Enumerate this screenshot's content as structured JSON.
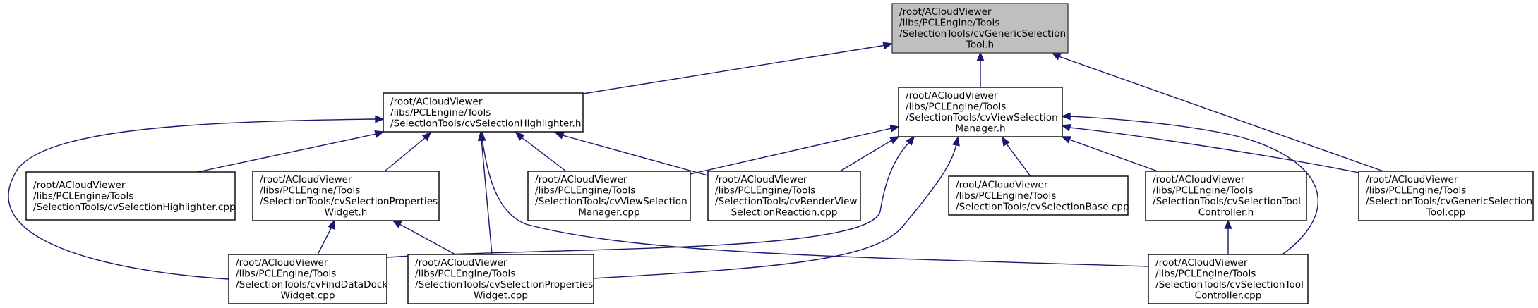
{
  "diagram": {
    "type": "include-dependency-graph",
    "nodes": [
      {
        "id": "generic_h",
        "focus": true,
        "lines": [
          "/root/ACloudViewer",
          "/libs/PCLEngine/Tools",
          "/SelectionTools/cvGenericSelection",
          "Tool.h"
        ]
      },
      {
        "id": "highlighter_h",
        "lines": [
          "/root/ACloudViewer",
          "/libs/PCLEngine/Tools",
          "/SelectionTools/cvSelectionHighlighter.h"
        ]
      },
      {
        "id": "manager_h",
        "lines": [
          "/root/ACloudViewer",
          "/libs/PCLEngine/Tools",
          "/SelectionTools/cvViewSelection",
          "Manager.h"
        ]
      },
      {
        "id": "highlighter_cpp",
        "lines": [
          "/root/ACloudViewer",
          "/libs/PCLEngine/Tools",
          "/SelectionTools/cvSelectionHighlighter.cpp"
        ]
      },
      {
        "id": "props_widget_h",
        "lines": [
          "/root/ACloudViewer",
          "/libs/PCLEngine/Tools",
          "/SelectionTools/cvSelectionProperties",
          "Widget.h"
        ]
      },
      {
        "id": "manager_cpp",
        "lines": [
          "/root/ACloudViewer",
          "/libs/PCLEngine/Tools",
          "/SelectionTools/cvViewSelection",
          "Manager.cpp"
        ]
      },
      {
        "id": "render_reaction_cpp",
        "lines": [
          "/root/ACloudViewer",
          "/libs/PCLEngine/Tools",
          "/SelectionTools/cvRenderView",
          "SelectionReaction.cpp"
        ]
      },
      {
        "id": "selection_base_cpp",
        "lines": [
          "/root/ACloudViewer",
          "/libs/PCLEngine/Tools",
          "/SelectionTools/cvSelectionBase.cpp"
        ]
      },
      {
        "id": "tool_controller_h",
        "lines": [
          "/root/ACloudViewer",
          "/libs/PCLEngine/Tools",
          "/SelectionTools/cvSelectionTool",
          "Controller.h"
        ]
      },
      {
        "id": "generic_cpp",
        "lines": [
          "/root/ACloudViewer",
          "/libs/PCLEngine/Tools",
          "/SelectionTools/cvGenericSelection",
          "Tool.cpp"
        ]
      },
      {
        "id": "find_data_dock_cpp",
        "lines": [
          "/root/ACloudViewer",
          "/libs/PCLEngine/Tools",
          "/SelectionTools/cvFindDataDock",
          "Widget.cpp"
        ]
      },
      {
        "id": "props_widget_cpp",
        "lines": [
          "/root/ACloudViewer",
          "/libs/PCLEngine/Tools",
          "/SelectionTools/cvSelectionProperties",
          "Widget.cpp"
        ]
      },
      {
        "id": "tool_controller_cpp",
        "lines": [
          "/root/ACloudViewer",
          "/libs/PCLEngine/Tools",
          "/SelectionTools/cvSelectionTool",
          "Controller.cpp"
        ]
      }
    ],
    "edges": [
      {
        "from": "highlighter_h",
        "to": "generic_h"
      },
      {
        "from": "manager_h",
        "to": "generic_h"
      },
      {
        "from": "generic_cpp",
        "to": "generic_h"
      },
      {
        "from": "highlighter_cpp",
        "to": "highlighter_h"
      },
      {
        "from": "props_widget_h",
        "to": "highlighter_h"
      },
      {
        "from": "manager_cpp",
        "to": "highlighter_h"
      },
      {
        "from": "render_reaction_cpp",
        "to": "highlighter_h"
      },
      {
        "from": "props_widget_cpp",
        "to": "highlighter_h"
      },
      {
        "from": "find_data_dock_cpp",
        "to": "highlighter_h"
      },
      {
        "from": "tool_controller_cpp",
        "to": "highlighter_h"
      },
      {
        "from": "manager_cpp",
        "to": "manager_h"
      },
      {
        "from": "render_reaction_cpp",
        "to": "manager_h"
      },
      {
        "from": "find_data_dock_cpp",
        "to": "manager_h"
      },
      {
        "from": "props_widget_cpp",
        "to": "manager_h"
      },
      {
        "from": "selection_base_cpp",
        "to": "manager_h"
      },
      {
        "from": "tool_controller_h",
        "to": "manager_h"
      },
      {
        "from": "generic_cpp",
        "to": "manager_h"
      },
      {
        "from": "tool_controller_cpp",
        "to": "manager_h"
      },
      {
        "from": "find_data_dock_cpp",
        "to": "props_widget_h"
      },
      {
        "from": "props_widget_cpp",
        "to": "props_widget_h"
      },
      {
        "from": "tool_controller_cpp",
        "to": "tool_controller_h"
      }
    ]
  }
}
